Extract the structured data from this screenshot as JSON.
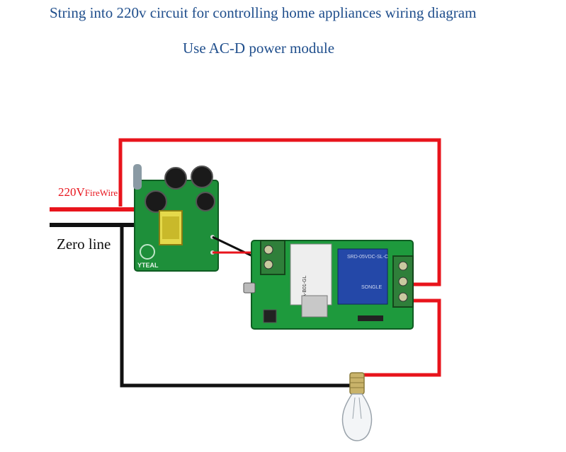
{
  "title": "String into 220v circuit for controlling home appliances wiring diagram",
  "subtitle": "Use AC-D power module",
  "labels": {
    "live_voltage": "220V",
    "live_wire": "FireWire",
    "neutral": "Zero line"
  },
  "colors": {
    "title": "#1f4e8c",
    "live_wire": "#e8141c",
    "neutral_wire": "#111111",
    "pcb": "#1e8f3a"
  },
  "components": {
    "power_module_text": "YTEAL",
    "wifi_module_text": "PSA-B01-GL",
    "relay_text": "SRD-05VDC-SL-C",
    "relay_brand": "SONGLE"
  }
}
